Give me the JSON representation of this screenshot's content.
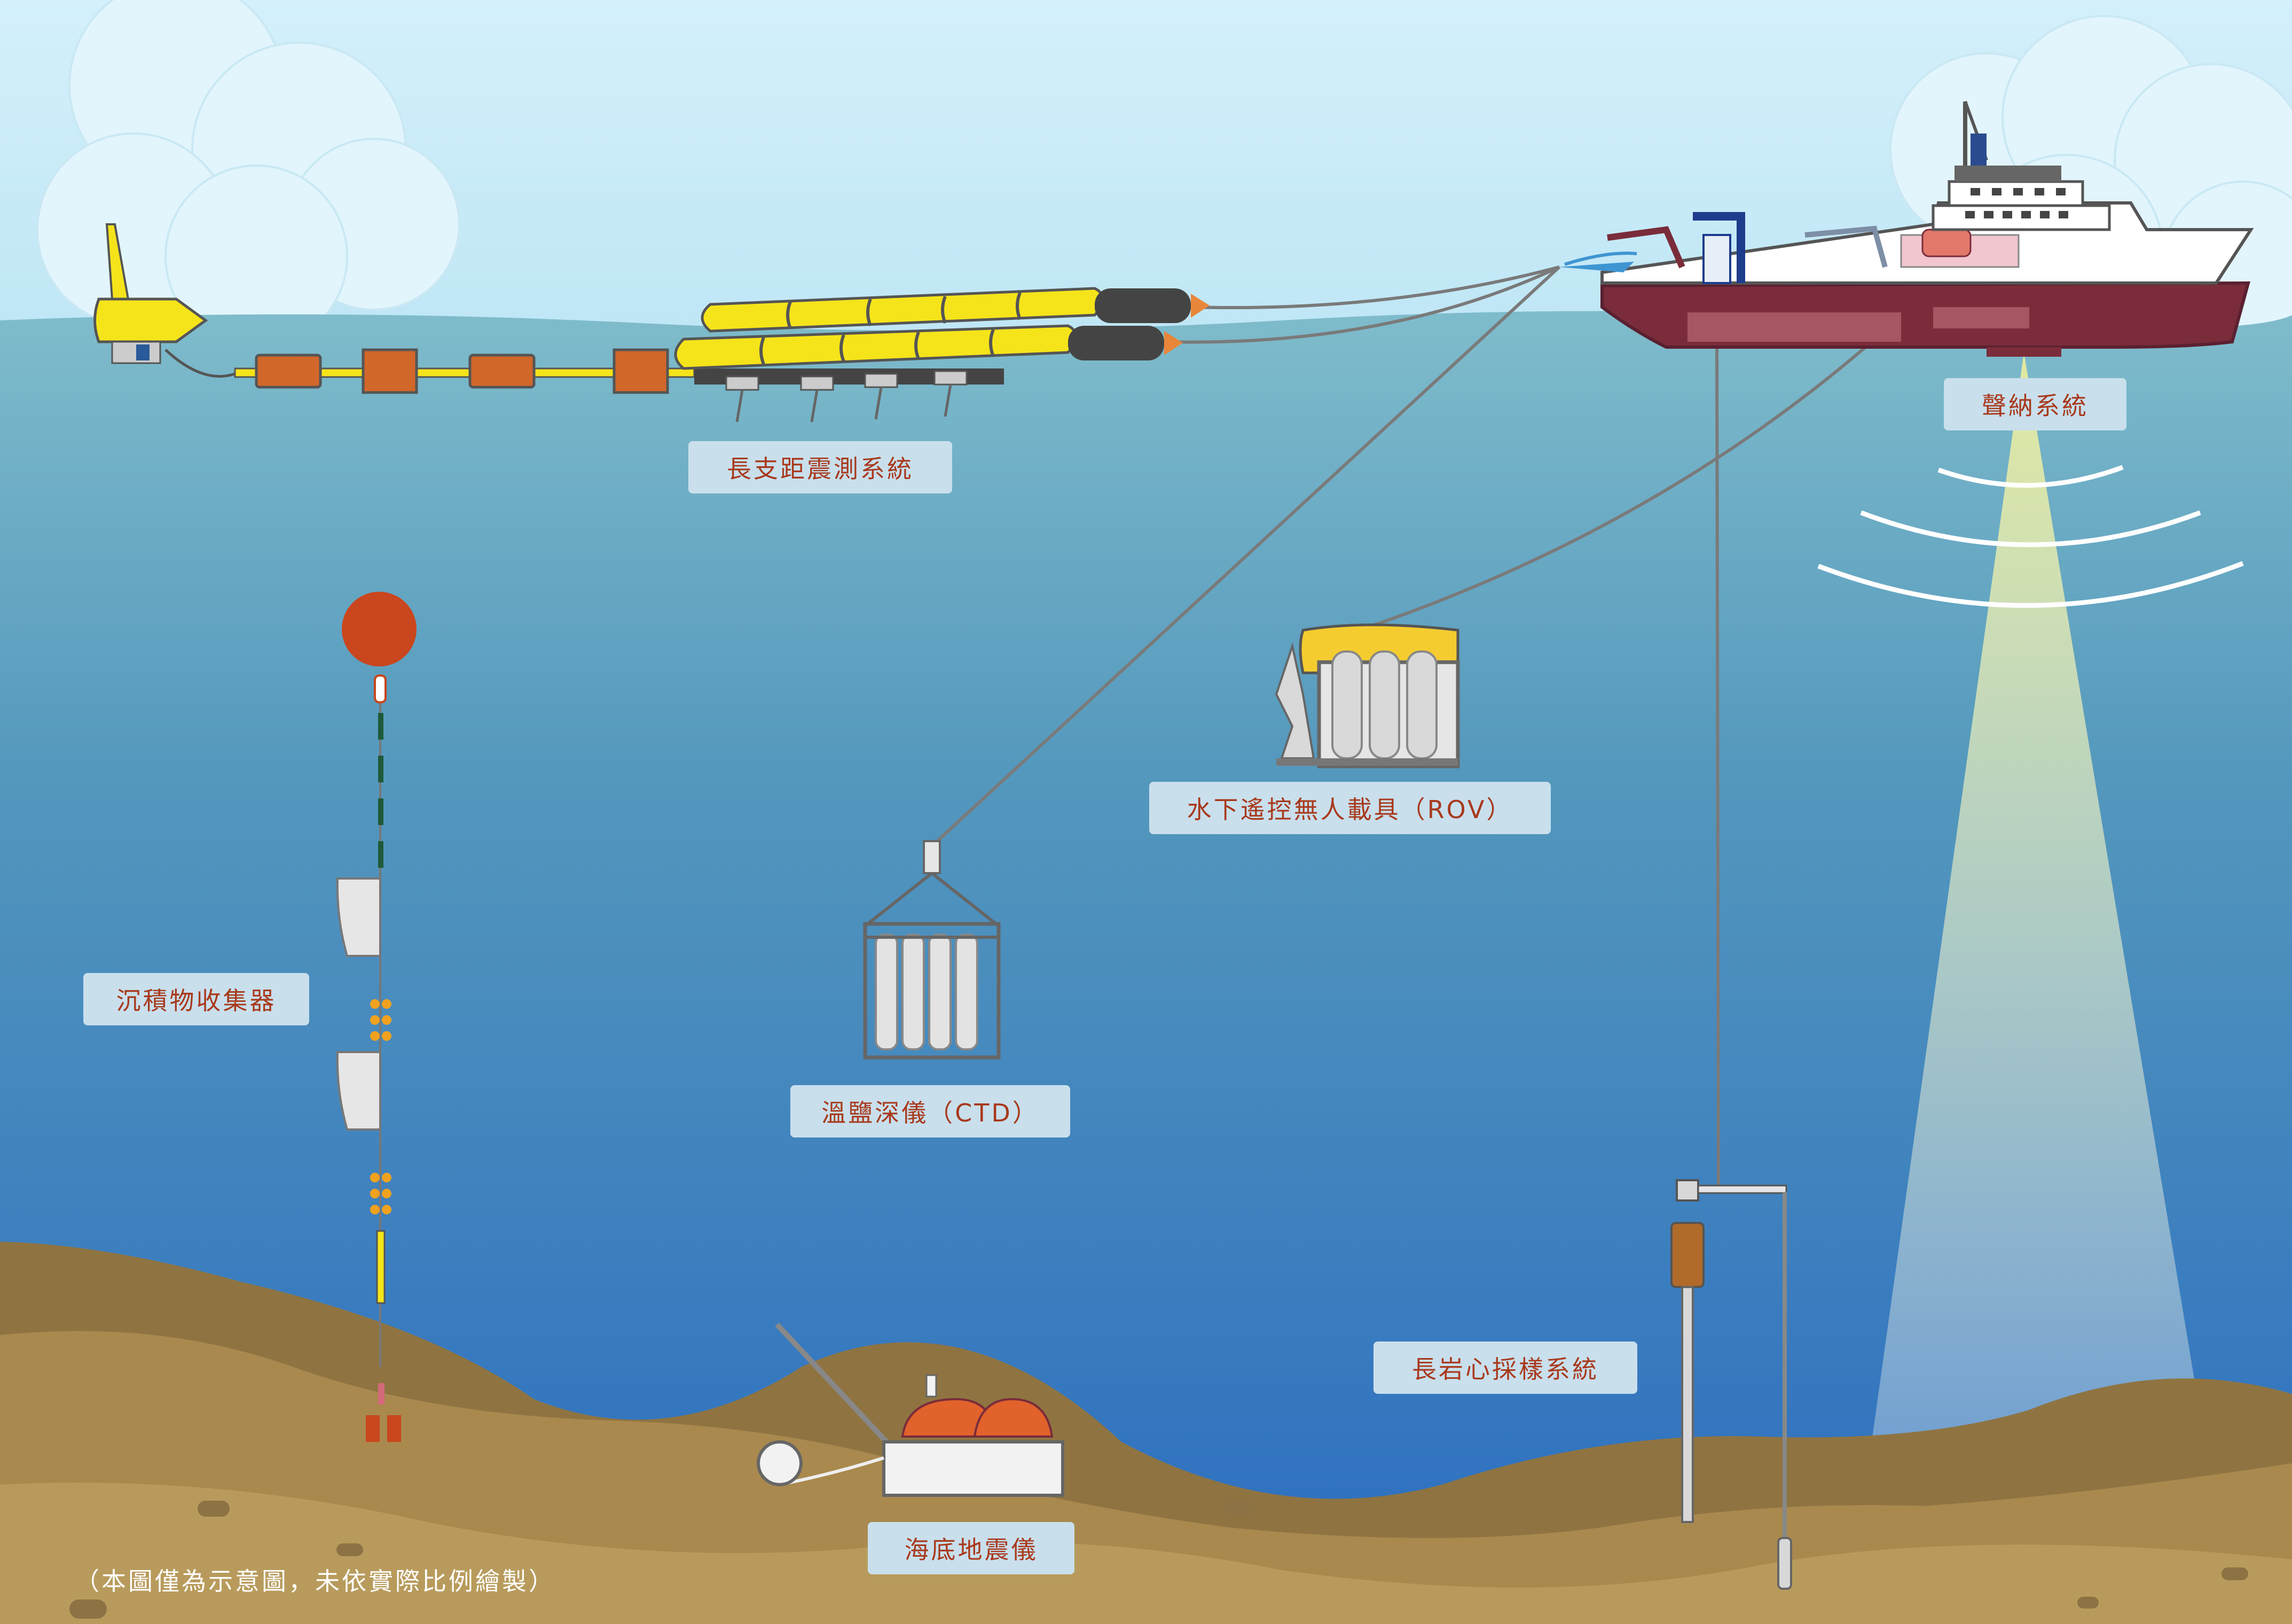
{
  "labels": {
    "streamer": "長支距震測系統",
    "sonar": "聲納系統",
    "rov": "水下遙控無人載具（ROV）",
    "sediment_trap": "沉積物收集器",
    "ctd": "溫鹽深儀（CTD）",
    "core": "長岩心採樣系統",
    "obs": "海底地震儀"
  },
  "note": "（本圖僅為示意圖，未依實際比例繪製）",
  "colors": {
    "sky": "#c5e9f6",
    "sea_top": "#7ab9c9",
    "sea_bottom": "#2c6fc0",
    "seabed": "#a8894e",
    "label_bg": "#c9dfec",
    "label_text": "#a8391c",
    "streamer_yellow": "#f5e41a",
    "buoy_orange": "#c9461e",
    "ship_hull": "#7a2c3a",
    "rov_yellow": "#f5cc30"
  },
  "icons": {
    "vessel": "research-ship-icon",
    "tail_buoy": "tail-buoy-icon",
    "rov": "rov-icon",
    "ctd": "ctd-rosette-icon",
    "sediment_trap": "sediment-trap-icon",
    "obs": "ocean-bottom-seismometer-icon",
    "core": "piston-corer-icon"
  }
}
